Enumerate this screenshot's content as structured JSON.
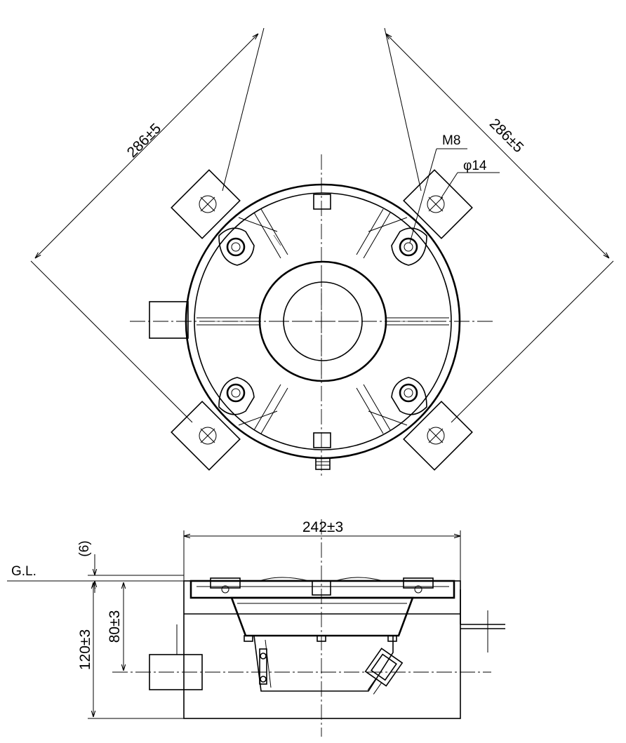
{
  "plan_view": {
    "diag_dim_left": "286±5",
    "diag_dim_right": "286±5",
    "thread_label": "M8",
    "hole_label": "φ14"
  },
  "side_view": {
    "width_dim": "242±3",
    "ground_label": "G.L.",
    "offset_dim": "(6)",
    "height_dim_total": "120±3",
    "height_dim_inner": "80±3"
  }
}
